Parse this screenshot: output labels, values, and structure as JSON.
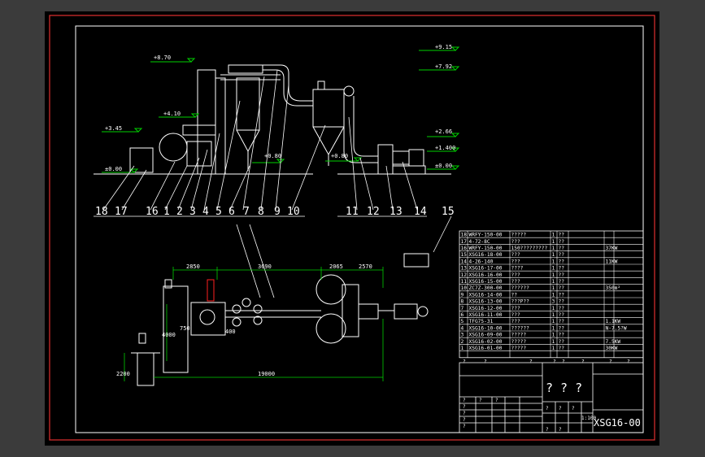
{
  "drawing": {
    "code": "XSG16-00",
    "elevations": [
      "+8.70",
      "+9.15",
      "+7.92",
      "+4.10",
      "+3.45",
      "±0.00",
      "+0.80",
      "+0.80",
      "+2.66",
      "+1.400",
      "±0.00"
    ],
    "plan_dims": [
      "2850",
      "3690",
      "2065",
      "2570",
      "4000",
      "750",
      "400",
      "2200",
      "19000"
    ],
    "callouts": [
      "18",
      "17",
      "16",
      "1",
      "2",
      "3",
      "4",
      "5",
      "6",
      "7",
      "8",
      "9",
      "10",
      "11",
      "12",
      "13",
      "14",
      "15"
    ]
  },
  "parts_list": {
    "rows": [
      {
        "no": "18",
        "code": "WRFY-150-00",
        "name": "?????",
        "qty": "1",
        "mat": "??",
        "note": ""
      },
      {
        "no": "17",
        "code": "4-72-8C",
        "name": "???",
        "qty": "1",
        "mat": "??",
        "note": ""
      },
      {
        "no": "16",
        "code": "WRFY-150-00",
        "name": "150?????????",
        "qty": "1",
        "mat": "??",
        "note": "37KW"
      },
      {
        "no": "15",
        "code": "XSG16-18-00",
        "name": "???",
        "qty": "1",
        "mat": "??",
        "note": ""
      },
      {
        "no": "14",
        "code": "4-26-140",
        "name": "???",
        "qty": "1",
        "mat": "??",
        "note": "11KW"
      },
      {
        "no": "13",
        "code": "XSG16-17-00",
        "name": "????",
        "qty": "1",
        "mat": "??",
        "note": ""
      },
      {
        "no": "12",
        "code": "XSG16-16-00",
        "name": "???",
        "qty": "1",
        "mat": "??",
        "note": ""
      },
      {
        "no": "11",
        "code": "XSG16-15-00",
        "name": "???",
        "qty": "1",
        "mat": "??",
        "note": ""
      },
      {
        "no": "10",
        "code": "ZC7Z-300-00",
        "name": "??????",
        "qty": "1",
        "mat": "??",
        "note": "350m²"
      },
      {
        "no": "9",
        "code": "XSG16-14-00",
        "name": "??",
        "qty": "1",
        "mat": "??",
        "note": ""
      },
      {
        "no": "8",
        "code": "XSG16-13-00",
        "name": "???P??",
        "qty": "3",
        "mat": "??",
        "note": ""
      },
      {
        "no": "7",
        "code": "XSG16-12-00",
        "name": "???",
        "qty": "1",
        "mat": "??",
        "note": ""
      },
      {
        "no": "6",
        "code": "XSG16-11-00",
        "name": "???",
        "qty": "1",
        "mat": "??",
        "note": ""
      },
      {
        "no": "5",
        "code": "TFG75-31",
        "name": "???",
        "qty": "1",
        "mat": "??",
        "note": "1.1KW"
      },
      {
        "no": "4",
        "code": "XSG16-10-00",
        "name": "??????",
        "qty": "1",
        "mat": "??",
        "note": "N-7.5?W"
      },
      {
        "no": "3",
        "code": "XSG16-09-00",
        "name": "?????",
        "qty": "1",
        "mat": "??",
        "note": ""
      },
      {
        "no": "2",
        "code": "XSG16-02-00",
        "name": "?????",
        "qty": "1",
        "mat": "??",
        "note": "7.5KW"
      },
      {
        "no": "1",
        "code": "XSG16-01-00",
        "name": "?????",
        "qty": "1",
        "mat": "??",
        "note": "30KW"
      }
    ],
    "header": [
      "?",
      "?",
      "?",
      "?",
      "?",
      "?",
      "?",
      "?"
    ]
  },
  "title_block": {
    "title": "? ? ?",
    "drawing_no": "XSG16-00",
    "scale": "1:100",
    "labels": [
      "?",
      "?",
      "?",
      "?",
      "?",
      "?",
      "?",
      "?",
      "?",
      "?",
      "?",
      "?"
    ]
  },
  "colors": {
    "frame": "#e03030",
    "line": "#ffffff",
    "dim": "#00d000",
    "accent": "#ff2020",
    "bg": "#000000",
    "sheet": "#3b3b3b"
  }
}
